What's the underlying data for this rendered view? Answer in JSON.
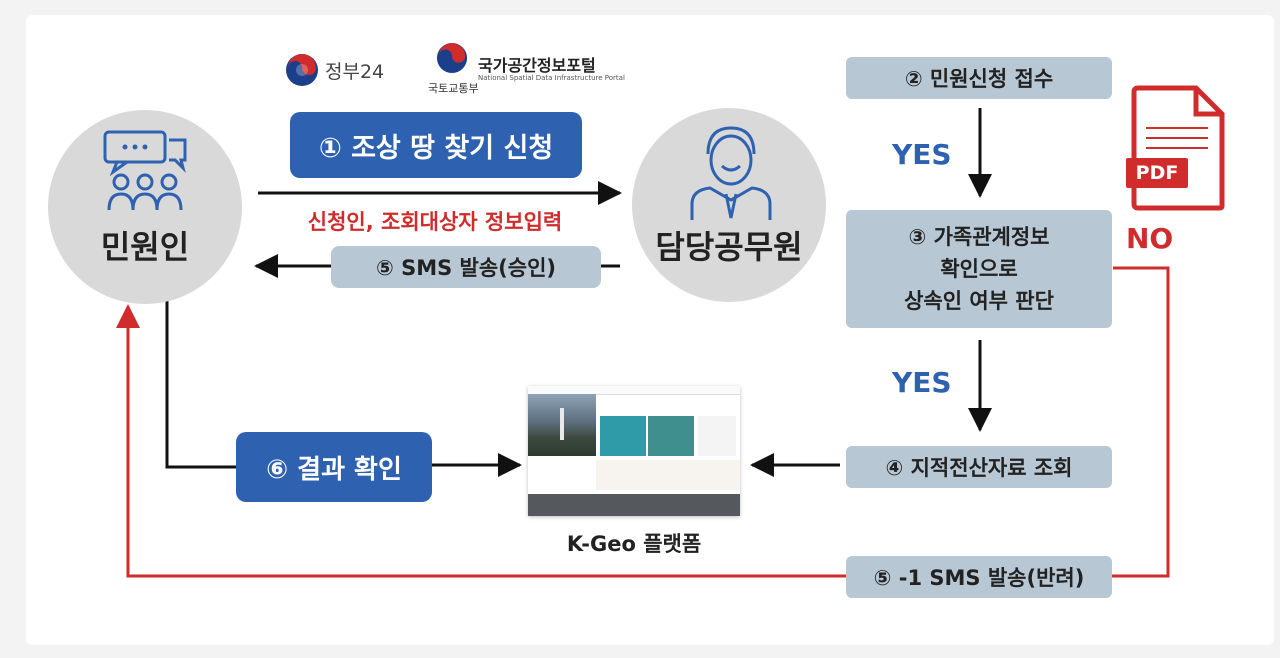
{
  "logos": {
    "gov24": "정부24",
    "molit": "국토교통부",
    "nsdi_kr": "국가공간정보포털",
    "nsdi_en": "National Spatial Data Infrastructure Portal"
  },
  "actors": {
    "citizen": "민원인",
    "official": "담당공무원"
  },
  "steps": {
    "s1": "① 조상 땅 찾기 신청",
    "s1_sub": "신청인, 조회대상자 정보입력",
    "s2": "② 민원신청 접수",
    "s3": [
      "③ 가족관계정보",
      "확인으로",
      "상속인 여부 판단"
    ],
    "s4": "④ 지적전산자료 조회",
    "s5": "⑤ SMS 발송(승인)",
    "s5_1": "⑤ -1 SMS 발송(반려)",
    "s6": "⑥ 결과 확인"
  },
  "labels": {
    "yes1": "YES",
    "yes2": "YES",
    "no": "NO",
    "pdf": "PDF",
    "platform": "K-Geo 플랫폼"
  },
  "colors": {
    "accent_blue": "#2e62b0",
    "step_bg": "#b7c7d3",
    "alert_red": "#d12c2c",
    "circle_gray": "#d9d9d9"
  },
  "icons": [
    "gov24-logo-icon",
    "molit-logo-icon",
    "people-chat-icon",
    "officer-icon",
    "pdf-file-icon"
  ]
}
